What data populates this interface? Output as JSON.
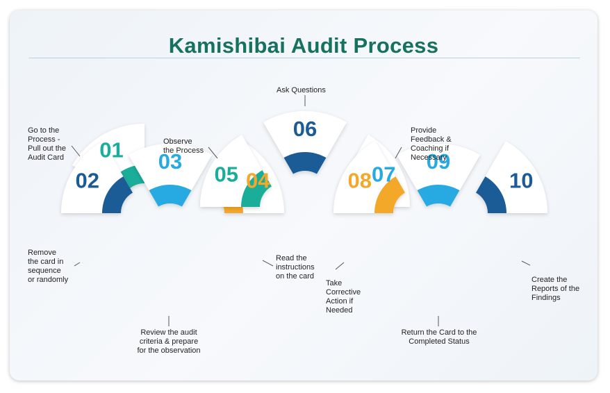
{
  "title": "Kamishibai Audit Process",
  "colors": {
    "title": "#16715e",
    "teal": "#1aae9a",
    "navy": "#1b5c96",
    "sky": "#27a9e1",
    "orange": "#f4a82a",
    "card": "#ffffff"
  },
  "steps": [
    {
      "num": "01",
      "color": "teal",
      "label": "Go to the\nProcess -\nPull out the\nAudit Card"
    },
    {
      "num": "02",
      "color": "navy",
      "label": "Remove\nthe card in\nsequence\nor randomly"
    },
    {
      "num": "03",
      "color": "sky",
      "label": "Review the audit\ncriteria & prepare\nfor the observation"
    },
    {
      "num": "04",
      "color": "orange",
      "label": "Read the\ninstructions\non the card"
    },
    {
      "num": "05",
      "color": "teal",
      "label": "Observe\nthe Process"
    },
    {
      "num": "06",
      "color": "navy",
      "label": "Ask Questions"
    },
    {
      "num": "07",
      "color": "sky",
      "label": "Provide\nFeedback &\nCoaching if\nNecessary"
    },
    {
      "num": "08",
      "color": "orange",
      "label": "Take\nCorrective\nAction if\nNeeded"
    },
    {
      "num": "09",
      "color": "sky",
      "label": "Return the Card to the\nCompleted Status"
    },
    {
      "num": "10",
      "color": "navy",
      "label": "Create the\nReports of the\nFindings"
    }
  ]
}
